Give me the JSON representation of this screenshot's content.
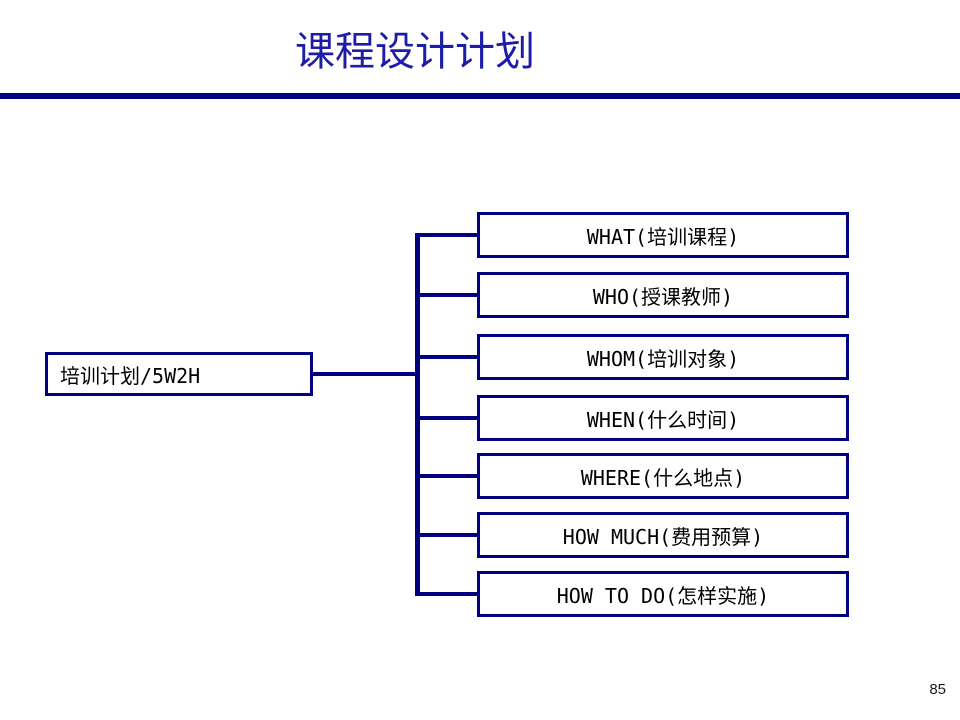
{
  "slide": {
    "title": "课程设计计划",
    "page_number": "85",
    "colors": {
      "accent": "#000080",
      "title_color": "#1c1ca8",
      "text_color": "#000000",
      "page_number_color": "#1a1a1a",
      "background": "#ffffff"
    }
  },
  "diagram": {
    "type": "tree",
    "root": {
      "label": "培训计划/5W2H"
    },
    "children": [
      {
        "label": "WHAT(培训课程)"
      },
      {
        "label": "WHO(授课教师)"
      },
      {
        "label": "WHOM(培训对象)"
      },
      {
        "label": "WHEN(什么时间)"
      },
      {
        "label": "WHERE(什么地点)"
      },
      {
        "label": "HOW MUCH(费用预算)"
      },
      {
        "label": "HOW TO DO(怎样实施)"
      }
    ]
  }
}
